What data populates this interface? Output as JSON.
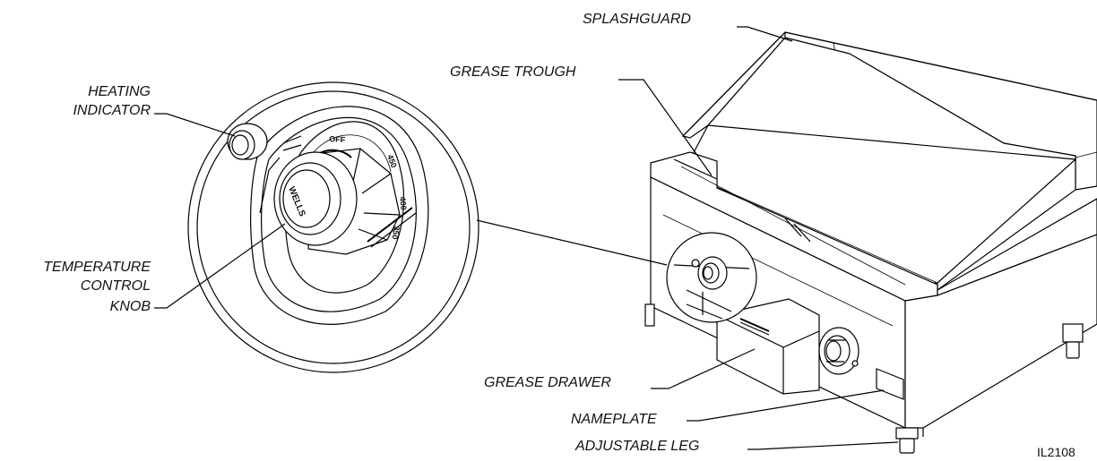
{
  "labels": {
    "splashguard": "SPLASHGUARD",
    "grease_trough": "GREASE TROUGH",
    "heating_indicator_line1": "HEATING",
    "heating_indicator_line2": "INDICATOR",
    "temp_line1": "TEMPERATURE",
    "temp_line2": "CONTROL",
    "temp_line3": "KNOB",
    "grease_drawer": "GREASE DRAWER",
    "nameplate": "NAMEPLATE",
    "adjustable_leg": "ADJUSTABLE LEG"
  },
  "dial": {
    "off": "OFF",
    "t450": "450",
    "t400": "400",
    "t350": "350",
    "brand": "WELLS"
  },
  "figure_id": "IL2108"
}
